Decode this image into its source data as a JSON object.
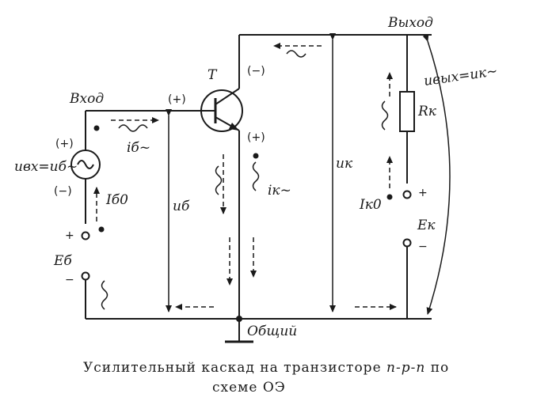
{
  "labels": {
    "output": "Выход",
    "input": "Вход",
    "common": "Общий",
    "transistor": "T",
    "u_out": "uвых=uк~",
    "u_in": "uвх=uб~",
    "u_k": "uк",
    "u_b": "uб",
    "r_k": "Rк",
    "i_b": "iб~",
    "i_k": "iк~",
    "i_b0": "Iб0",
    "i_k0": "Iк0",
    "e_b": "Eб",
    "e_k": "Eк",
    "plus_paren": "(+)",
    "minus_paren": "(−)",
    "plus": "+",
    "minus": "−"
  },
  "caption": {
    "line1_a": "Усилительный каскад на транзисторе ",
    "line1_type": "n-p-n",
    "line1_b": " по",
    "line2": "схеме ОЭ"
  }
}
